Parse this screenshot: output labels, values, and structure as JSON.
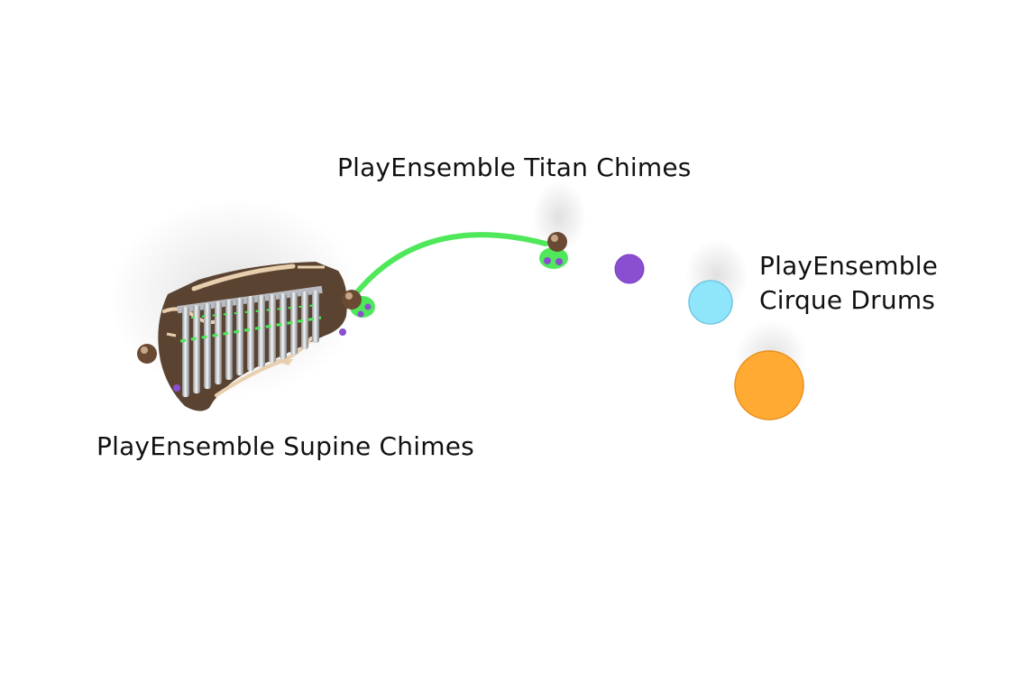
{
  "labels": {
    "titan": "PlayEnsemble Titan Chimes",
    "cirque_line1": "PlayEnsemble",
    "cirque_line2": "Cirque Drums",
    "supine": "PlayEnsemble Supine Chimes"
  },
  "colors": {
    "background": "#ffffff",
    "surface_brown": "#5b4332",
    "surface_stripe": "#e8cfae",
    "path_green": "#4fe85a",
    "post_brown": "#6b4a33",
    "drum_purple": "#8a4fd0",
    "drum_blue": "#8fe6fb",
    "drum_orange": "#ffaa33",
    "chime_silver": "#d9dcdf"
  },
  "icons": [
    "supine-chimes-model",
    "titan-chimes-post",
    "cirque-drum-small",
    "cirque-drum-medium",
    "cirque-drum-large"
  ]
}
